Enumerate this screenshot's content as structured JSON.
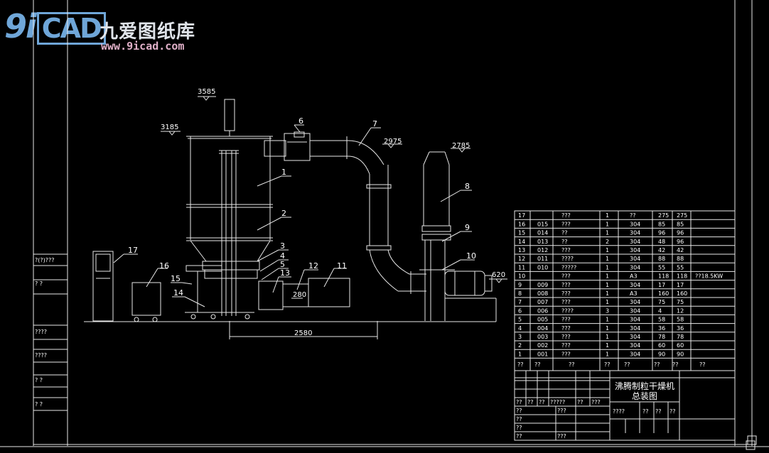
{
  "watermark": {
    "logo": "9iCAD",
    "logo_box": "CAD",
    "cn": "九爱图纸库",
    "url": "www.9icad.com"
  },
  "dims": {
    "top": "3585",
    "left": "3185",
    "duct": "2975",
    "cyclone": "2785",
    "motor": "620",
    "base": "2580",
    "cart": "280"
  },
  "parts": [
    "1",
    "2",
    "3",
    "4",
    "5",
    "6",
    "7",
    "8",
    "9",
    "10",
    "11",
    "12",
    "13",
    "14",
    "15",
    "16",
    "17"
  ],
  "left_table": [
    "?(?)???",
    "?  ?",
    "????",
    "????",
    "?  ?",
    "?  ?"
  ],
  "bom_rows": [
    [
      "17",
      "",
      "???",
      "1",
      "??",
      "275",
      "275"
    ],
    [
      "16",
      "015",
      "???",
      "1",
      "304",
      "85",
      "85"
    ],
    [
      "15",
      "014",
      "??",
      "1",
      "304",
      "96",
      "96"
    ],
    [
      "14",
      "013",
      "??",
      "2",
      "304",
      "48",
      "96"
    ],
    [
      "13",
      "012",
      "???",
      "1",
      "304",
      "42",
      "42"
    ],
    [
      "12",
      "011",
      "????",
      "1",
      "304",
      "88",
      "88"
    ],
    [
      "11",
      "010",
      "?????",
      "1",
      "304",
      "55",
      "55"
    ],
    [
      "10",
      "",
      "???",
      "1",
      "A3",
      "118",
      "118",
      "??18.5KW"
    ],
    [
      "9",
      "009",
      "???",
      "1",
      "304",
      "17",
      "17"
    ],
    [
      "8",
      "008",
      "???",
      "1",
      "A3",
      "160",
      "160"
    ],
    [
      "7",
      "007",
      "???",
      "1",
      "304",
      "75",
      "75"
    ],
    [
      "6",
      "006",
      "????",
      "3",
      "304",
      "4",
      "12"
    ],
    [
      "5",
      "005",
      "???",
      "1",
      "304",
      "58",
      "58"
    ],
    [
      "4",
      "004",
      "???",
      "1",
      "304",
      "36",
      "36"
    ],
    [
      "3",
      "003",
      "???",
      "1",
      "304",
      "78",
      "78"
    ],
    [
      "2",
      "002",
      "???",
      "1",
      "304",
      "60",
      "60"
    ],
    [
      "1",
      "001",
      "???",
      "1",
      "304",
      "90",
      "90"
    ]
  ],
  "bom_header": [
    "??",
    "??",
    "??",
    "??",
    "??",
    "??",
    "??",
    "??"
  ],
  "title": {
    "line1": "沸腾制粒干燥机",
    "line2": "总装图"
  },
  "title_block": {
    "row1": [
      "??",
      "??",
      "??",
      "?????",
      "??",
      "???"
    ],
    "row2": [
      "??",
      "???"
    ],
    "row3": [
      "??",
      "????",
      "??",
      "??",
      "??"
    ],
    "row4": [
      "??"
    ],
    "row5": [
      "??",
      "???"
    ]
  }
}
